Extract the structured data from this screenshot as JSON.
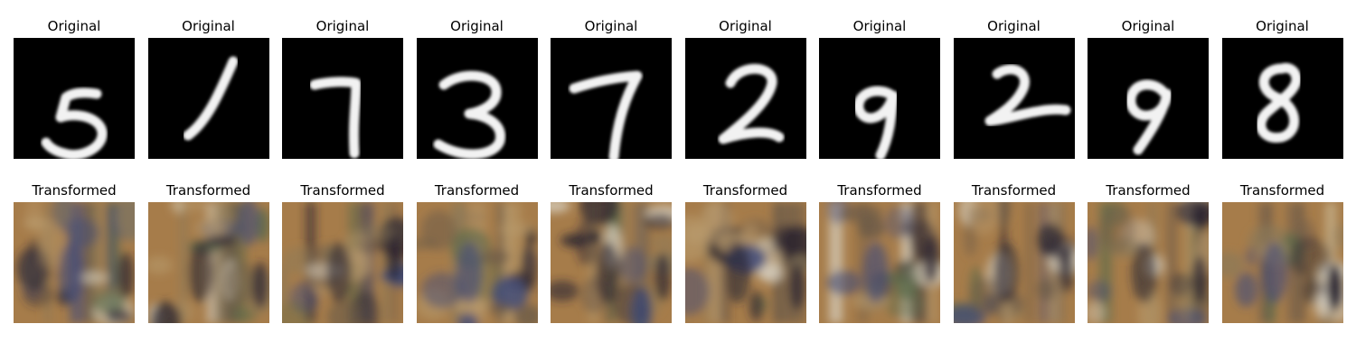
{
  "rows": [
    {
      "key": "original",
      "panels": [
        {
          "title": "Original",
          "digit": "5"
        },
        {
          "title": "Original",
          "digit": "1"
        },
        {
          "title": "Original",
          "digit": "7"
        },
        {
          "title": "Original",
          "digit": "3"
        },
        {
          "title": "Original",
          "digit": "7"
        },
        {
          "title": "Original",
          "digit": "2"
        },
        {
          "title": "Original",
          "digit": "9"
        },
        {
          "title": "Original",
          "digit": "2"
        },
        {
          "title": "Original",
          "digit": "9"
        },
        {
          "title": "Original",
          "digit": "8"
        }
      ]
    },
    {
      "key": "transformed",
      "panels": [
        {
          "title": "Transformed"
        },
        {
          "title": "Transformed"
        },
        {
          "title": "Transformed"
        },
        {
          "title": "Transformed"
        },
        {
          "title": "Transformed"
        },
        {
          "title": "Transformed"
        },
        {
          "title": "Transformed"
        },
        {
          "title": "Transformed"
        },
        {
          "title": "Transformed"
        },
        {
          "title": "Transformed"
        }
      ]
    }
  ],
  "colors": {
    "digit_background": "#000000",
    "digit_stroke": "#f2f2f2",
    "texture_base": "#a67c4a",
    "texture_dark": "#2a2430",
    "texture_light": "#d9d2c2",
    "texture_blue": "#3e4a7a"
  }
}
